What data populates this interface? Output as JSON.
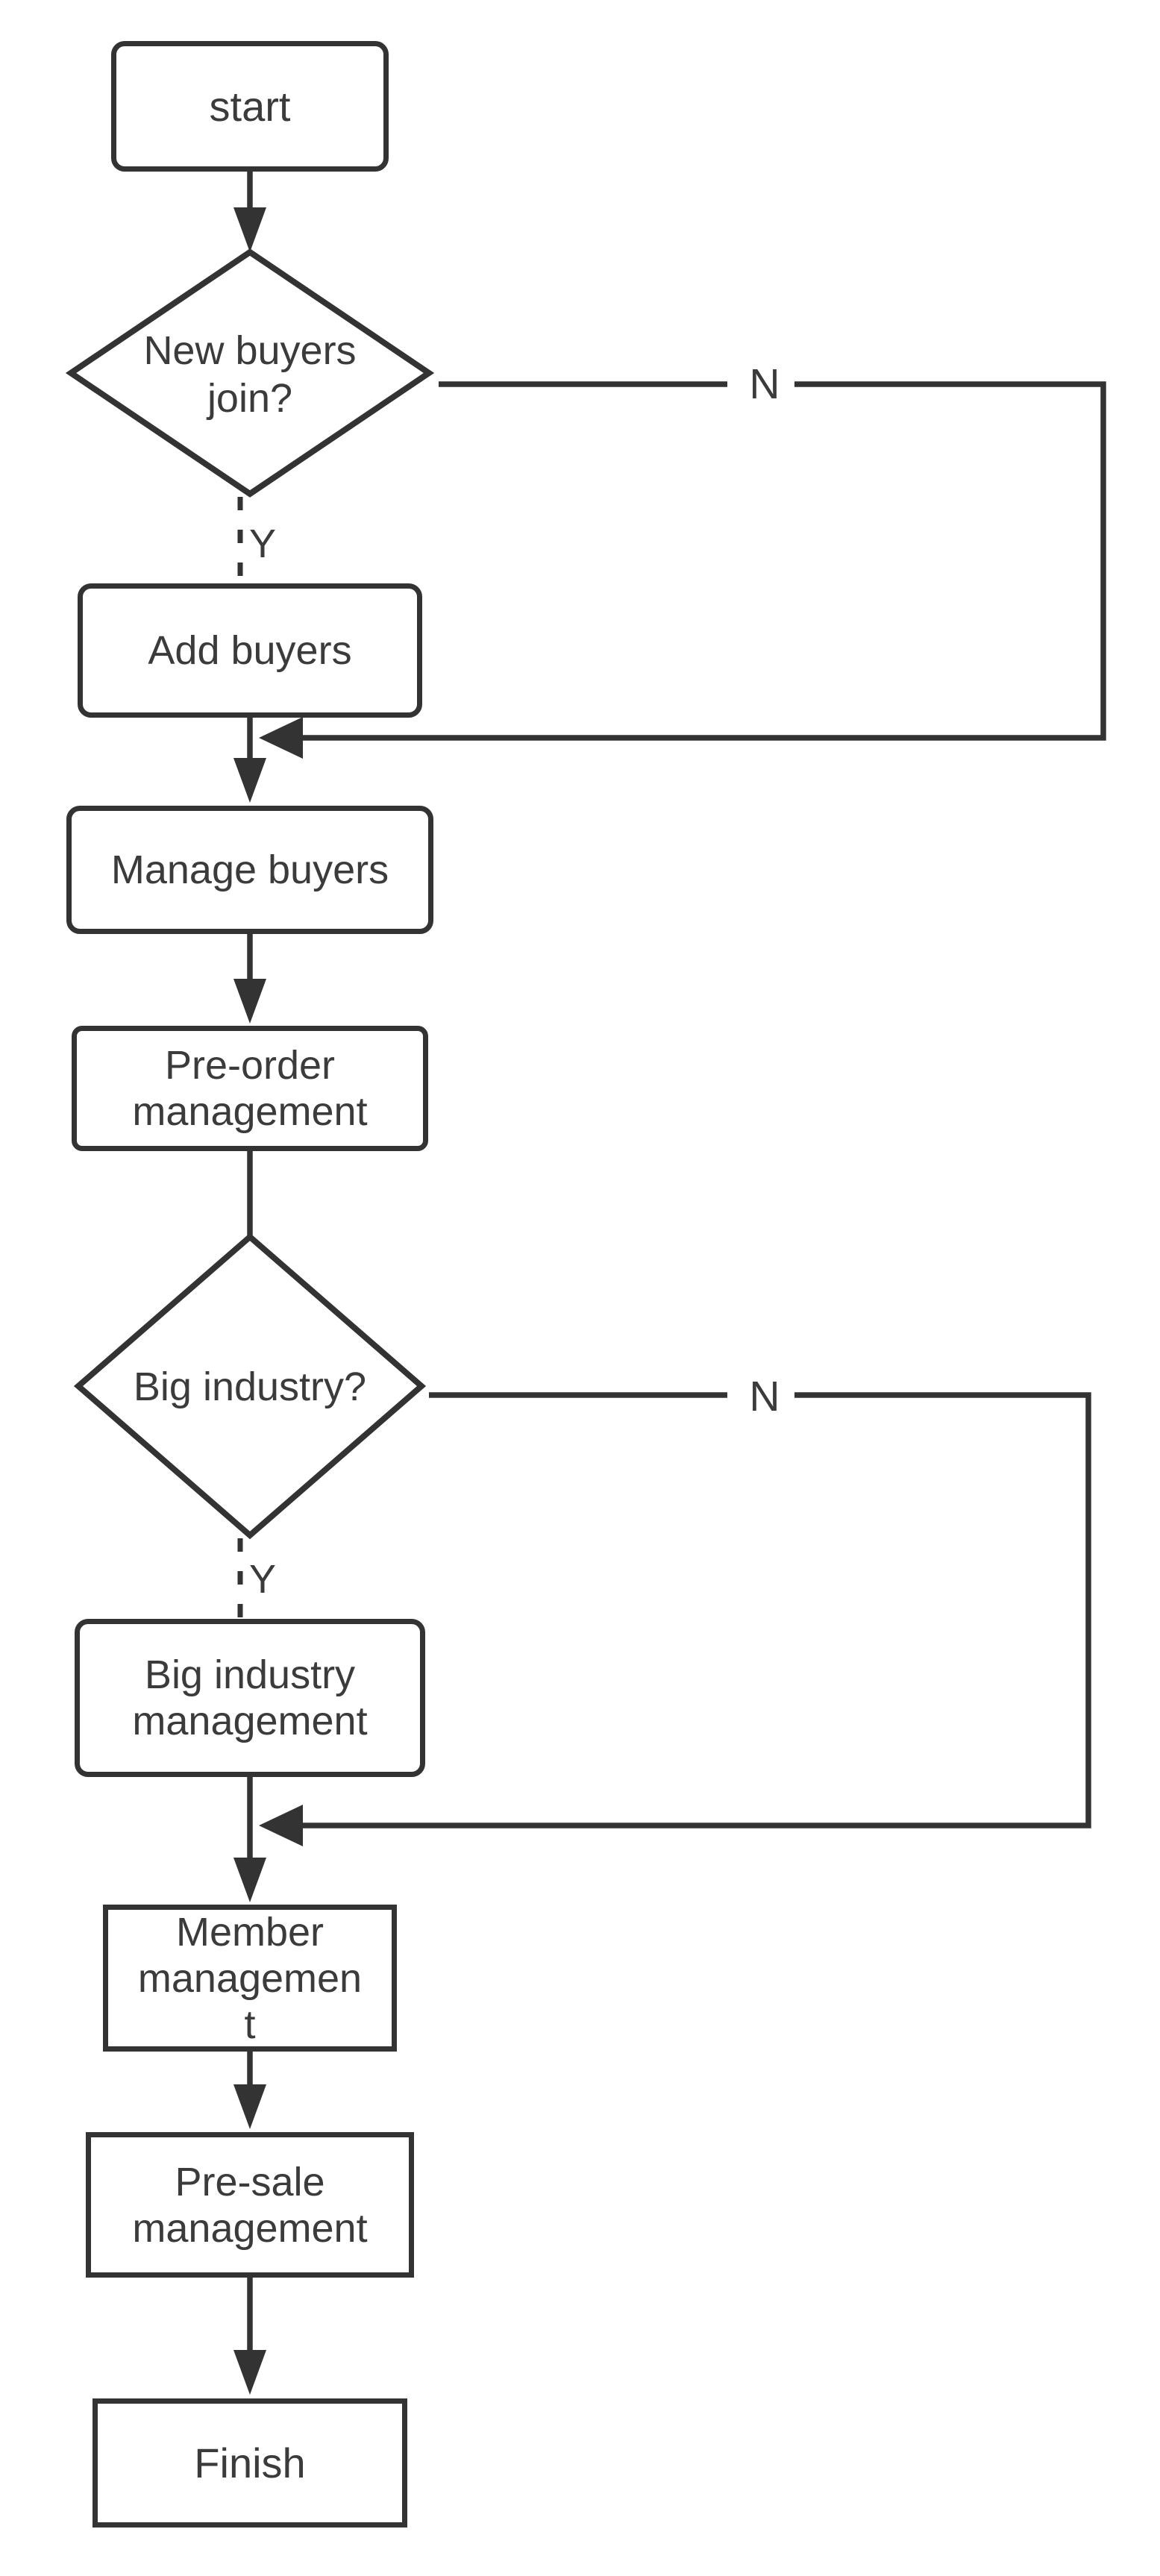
{
  "diagram": {
    "type": "flowchart",
    "colors": {
      "background": "#ffffff",
      "stroke": "#333333",
      "text": "#3b3b3b"
    },
    "nodes": {
      "start": {
        "label": "start",
        "shape": "rounded-rect"
      },
      "new_buyers_join": {
        "label": "New buyers\njoin?",
        "shape": "diamond"
      },
      "add_buyers": {
        "label": "Add buyers",
        "shape": "rounded-rect"
      },
      "manage_buyers": {
        "label": "Manage buyers",
        "shape": "rounded-rect"
      },
      "preorder_management": {
        "label": "Pre-order\nmanagement",
        "shape": "rounded-rect"
      },
      "big_industry": {
        "label": "Big industry?",
        "shape": "diamond"
      },
      "big_industry_management": {
        "label": "Big industry\nmanagement",
        "shape": "rounded-rect"
      },
      "member_management": {
        "label": "Member\nmanagemen\nt",
        "shape": "rect"
      },
      "presale_management": {
        "label": "Pre-sale\nmanagement",
        "shape": "rect"
      },
      "finish": {
        "label": "Finish",
        "shape": "rect"
      }
    },
    "edge_labels": {
      "new_buyers_no": "N",
      "new_buyers_yes": "Y",
      "big_industry_no": "N",
      "big_industry_yes": "Y"
    },
    "edges": [
      {
        "from": "start",
        "to": "new_buyers_join",
        "label": ""
      },
      {
        "from": "new_buyers_join",
        "to": "add_buyers",
        "label": "Y"
      },
      {
        "from": "new_buyers_join",
        "to": "manage_buyers",
        "label": "N"
      },
      {
        "from": "add_buyers",
        "to": "manage_buyers",
        "label": ""
      },
      {
        "from": "manage_buyers",
        "to": "preorder_management",
        "label": ""
      },
      {
        "from": "preorder_management",
        "to": "big_industry",
        "label": ""
      },
      {
        "from": "big_industry",
        "to": "big_industry_management",
        "label": "Y"
      },
      {
        "from": "big_industry",
        "to": "member_management",
        "label": "N"
      },
      {
        "from": "big_industry_management",
        "to": "member_management",
        "label": ""
      },
      {
        "from": "member_management",
        "to": "presale_management",
        "label": ""
      },
      {
        "from": "presale_management",
        "to": "finish",
        "label": ""
      }
    ]
  }
}
